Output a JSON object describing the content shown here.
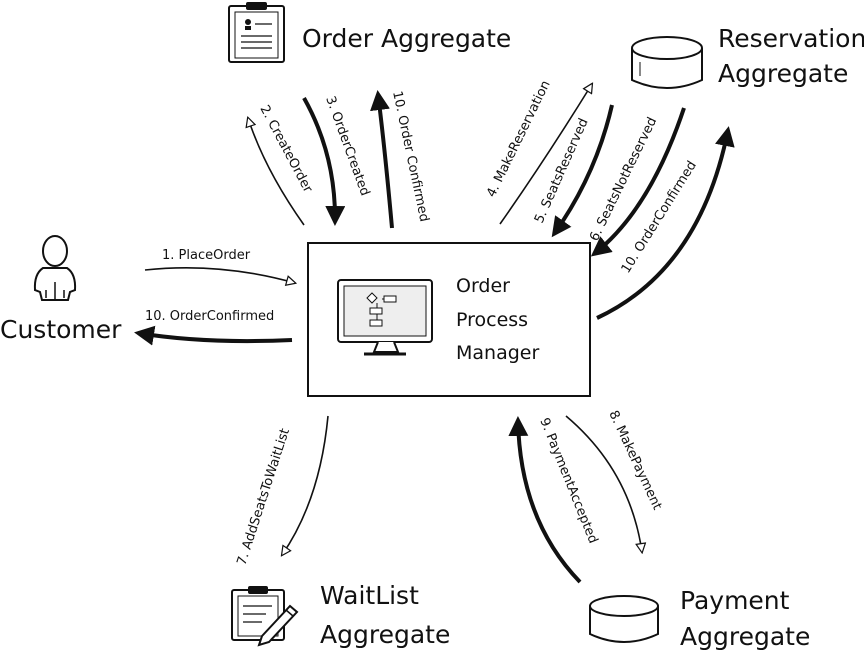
{
  "nodes": {
    "order_aggregate": "Order Aggregate",
    "reservation_line1": "Reservation",
    "reservation_line2": "Aggregate",
    "customer": "Customer",
    "process_line1": "Order",
    "process_line2": "Process",
    "process_line3": "Manager",
    "waitlist_line1": "WaitList",
    "waitlist_line2": "Aggregate",
    "payment_line1": "Payment",
    "payment_line2": "Aggregate"
  },
  "messages": {
    "m1": "1. PlaceOrder",
    "m2": "2. CreateOrder",
    "m3": "3. OrderCreated",
    "m4": "4. MakeReservation",
    "m5": "5. SeatsReserved",
    "m6": "6. SeatsNotReserved",
    "m7": "7. AddSeatsToWaitList",
    "m8": "8. MakePayment",
    "m9": "9. PaymentAccepted",
    "m10_customer": "10. OrderConfirmed",
    "m10_order": "10. Order Confirmed",
    "m10_reservation": "10. OrderConfirmed"
  },
  "colors": {
    "ink": "#111111",
    "paper": "#ffffff",
    "screen": "#d9d9d9"
  }
}
